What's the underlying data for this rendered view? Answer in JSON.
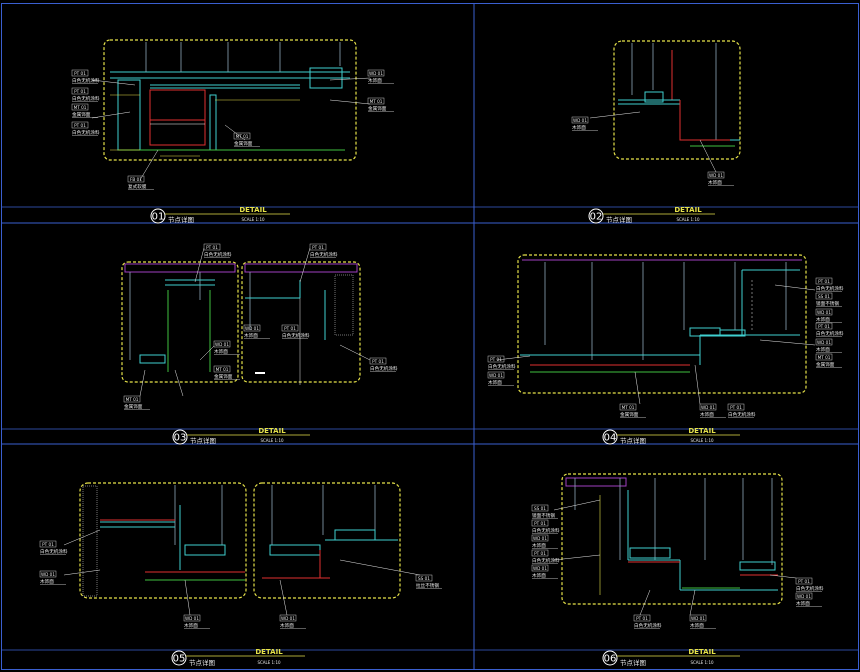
{
  "colors": {
    "background": "#000000",
    "frame": "#3a5fd0",
    "outline": "#e6e24a",
    "structure": "#3fd0d0",
    "hanger": "#8fa8b8",
    "finish_red": "#e03030",
    "finish_purple": "#a040c0",
    "green": "#40c040",
    "label": "#e8e8e8",
    "tag": "#c8c8c8"
  },
  "title_block": {
    "heading": "DETAIL",
    "subtitle": "节点详图",
    "scale": "SCALE 1:10"
  },
  "panels": [
    {
      "number": "01",
      "tags": [
        {
          "code": "PT 01",
          "text": "白色无机涂料"
        },
        {
          "code": "PT 01",
          "text": "白色无机涂料"
        },
        {
          "code": "MT 01",
          "text": "金属饰面"
        },
        {
          "code": "PT 01",
          "text": "白色无机涂料"
        },
        {
          "code": "WD 01",
          "text": "木饰面"
        },
        {
          "code": "MT 01",
          "text": "金属饰面"
        },
        {
          "code": "MT 01",
          "text": "金属饰面"
        },
        {
          "code": "FB 01",
          "text": "复式软膜"
        }
      ]
    },
    {
      "number": "02",
      "tags": [
        {
          "code": "WD 01",
          "text": "木饰面"
        },
        {
          "code": "WD 01",
          "text": "木饰面"
        }
      ]
    },
    {
      "number": "03",
      "tags": [
        {
          "code": "PT 01",
          "text": "白色无机涂料"
        },
        {
          "code": "PT 01",
          "text": "白色无机涂料"
        },
        {
          "code": "WD 01",
          "text": "木饰面"
        },
        {
          "code": "MT 01",
          "text": "金属饰面"
        },
        {
          "code": "WD 01",
          "text": "木饰面"
        },
        {
          "code": "PT 01",
          "text": "白色无机涂料"
        },
        {
          "code": "PT 01",
          "text": "白色无机涂料"
        },
        {
          "code": "MT 01",
          "text": "金属饰面"
        }
      ]
    },
    {
      "number": "04",
      "tags": [
        {
          "code": "PT 01",
          "text": "白色无机涂料"
        },
        {
          "code": "SS 01",
          "text": "镜面不锈钢"
        },
        {
          "code": "WD 01",
          "text": "木饰面"
        },
        {
          "code": "PT 01",
          "text": "白色无机涂料"
        },
        {
          "code": "WD 01",
          "text": "木饰面"
        },
        {
          "code": "MT 01",
          "text": "金属饰面"
        },
        {
          "code": "MT 01",
          "text": "金属饰面"
        },
        {
          "code": "PT 01",
          "text": "白色无机涂料"
        },
        {
          "code": "WD 01",
          "text": "木饰面"
        },
        {
          "code": "WD 01",
          "text": "木饰面"
        },
        {
          "code": "PT 01",
          "text": "白色无机涂料"
        }
      ]
    },
    {
      "number": "05",
      "tags": [
        {
          "code": "PT 01",
          "text": "白色无机涂料"
        },
        {
          "code": "WD 01",
          "text": "木饰面"
        },
        {
          "code": "WD 01",
          "text": "木饰面"
        },
        {
          "code": "WD 01",
          "text": "木饰面"
        },
        {
          "code": "SS 01",
          "text": "拉丝不锈钢"
        }
      ]
    },
    {
      "number": "06",
      "tags": [
        {
          "code": "SS 01",
          "text": "镜面不锈钢"
        },
        {
          "code": "PT 01",
          "text": "白色无机涂料"
        },
        {
          "code": "WD 01",
          "text": "木饰面"
        },
        {
          "code": "PT 01",
          "text": "白色无机涂料"
        },
        {
          "code": "WD 01",
          "text": "木饰面"
        },
        {
          "code": "PT 01",
          "text": "白色无机涂料"
        },
        {
          "code": "WD 01",
          "text": "木饰面"
        },
        {
          "code": "PT 01",
          "text": "白色无机涂料"
        },
        {
          "code": "WD 01",
          "text": "木饰面"
        }
      ]
    }
  ]
}
